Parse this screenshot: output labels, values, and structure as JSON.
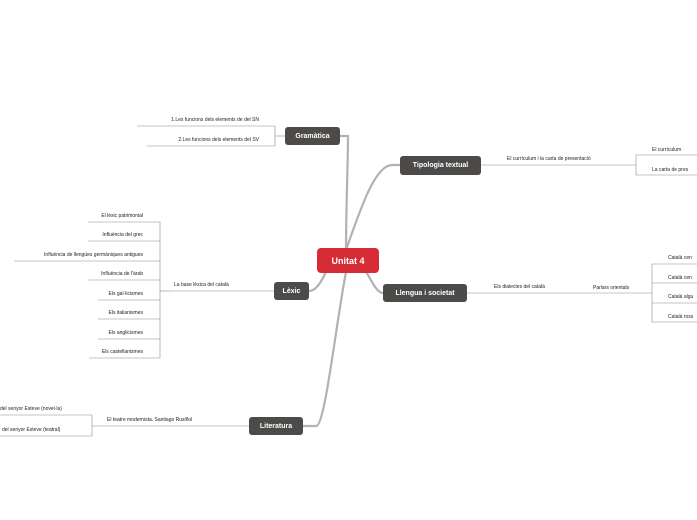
{
  "central": "Unitat 4",
  "topics": {
    "gramatica": {
      "label": "Gramàtica",
      "items": [
        "1.Les funcions dels elements de del SN",
        "2.Les funcions dels elements del SV"
      ]
    },
    "tipologia": {
      "label": "Tipologia textual",
      "branch": "El currículum i la carta de presentació",
      "items": [
        "El currículum",
        "La carta de pres"
      ]
    },
    "lexic": {
      "label": "Lèxic",
      "branch": "La base lèxica del català",
      "items": [
        "El lèxic patrimonial",
        "Influència del grec",
        "Influència de llengües germàniques antigues",
        "Influència de l'àrab",
        "Els gal·licismes",
        "Els italianismes",
        "Els anglicismes",
        "Els castellanismes"
      ]
    },
    "llengua": {
      "label": "Llengua i societat",
      "branch": "Els dialectes del català",
      "sub_branch": "Parlars orientals",
      "items": [
        "Català cen",
        "Català cen",
        "Català algu",
        "Català ross"
      ]
    },
    "literatura": {
      "label": "Literatura",
      "branch": "El teatre modernista. Santiago Rusiñol",
      "items": [
        "del senyor Esteve (novel·la)",
        "del senyor Esteve (teatral)"
      ]
    }
  }
}
